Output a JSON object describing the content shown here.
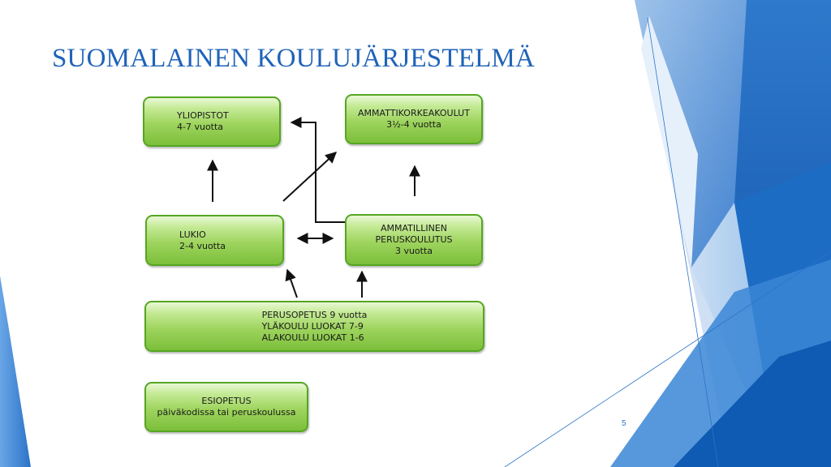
{
  "slide": {
    "title": "SUOMALAINEN KOULUJÄRJESTELMÄ",
    "page_number": "5"
  },
  "diagram": {
    "yliopistot": {
      "line1": "YLIOPISTOT",
      "line2": "4-7 vuotta"
    },
    "amk": {
      "line1": "AMMATTIKORKEAKOULUT",
      "line2": "3½-4 vuotta"
    },
    "lukio": {
      "line1": "LUKIO",
      "line2": "2-4 vuotta"
    },
    "ammatillinen": {
      "line1": "AMMATILLINEN",
      "line2": "PERUSKOULUTUS",
      "line3": "3 vuotta"
    },
    "perusopetus": {
      "line1": "PERUSOPETUS 9 vuotta",
      "line2": "YLÄKOULU LUOKAT 7-9",
      "line3": "ALAKOULU LUOKAT 1-6"
    },
    "esiopetus": {
      "line1": "ESIOPETUS",
      "line2": "päiväkodissa tai peruskoulussa"
    }
  },
  "colors": {
    "title": "#1f63b8",
    "box_border": "#55a622",
    "box_fill": "#9ed45e",
    "accent_blue": "#2e75c9"
  }
}
